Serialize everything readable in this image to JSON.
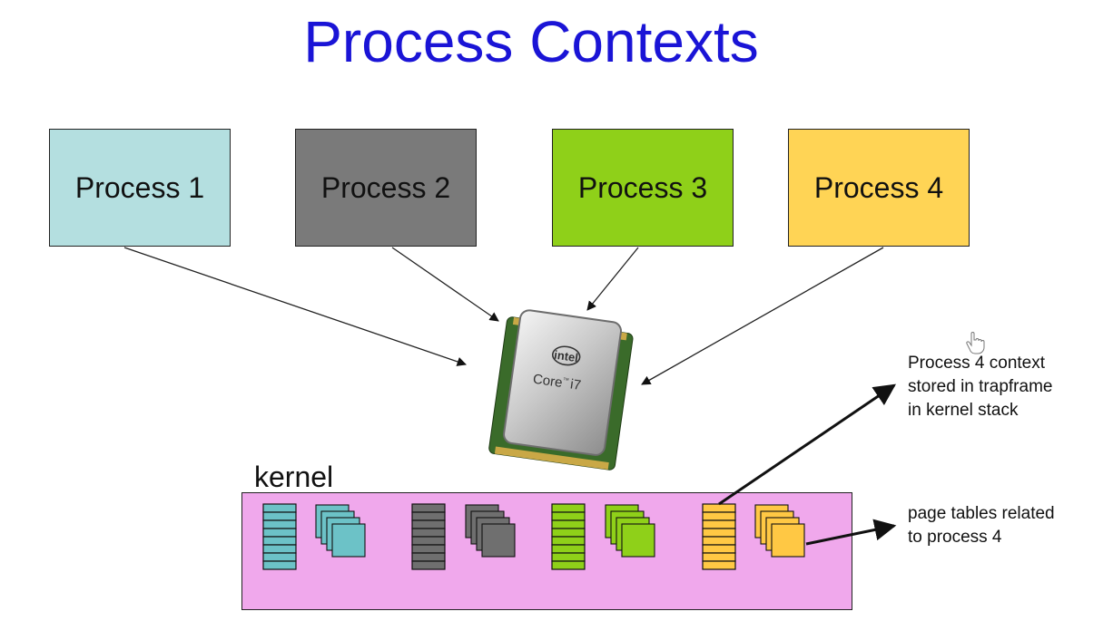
{
  "title": "Process Contexts",
  "processes": [
    {
      "label": "Process 1",
      "color": "#b4dfe0"
    },
    {
      "label": "Process 2",
      "color": "#7a7a7a"
    },
    {
      "label": "Process 3",
      "color": "#8fd019"
    },
    {
      "label": "Process 4",
      "color": "#ffd455"
    }
  ],
  "cpu": {
    "brand": "intel",
    "model": "Core",
    "tm": "™",
    "gen": "i7"
  },
  "kernel": {
    "label": "kernel",
    "color": "#f0a8ec"
  },
  "notes": {
    "trapframe": [
      "Process 4 context",
      "stored in trapframe",
      "in kernel stack"
    ],
    "page_tables": [
      "page tables related",
      "to process 4"
    ]
  }
}
